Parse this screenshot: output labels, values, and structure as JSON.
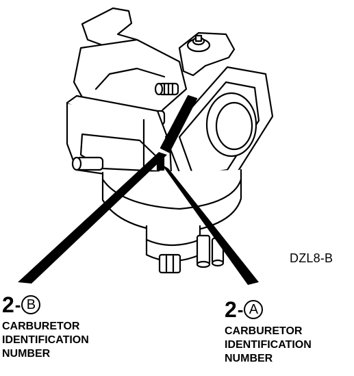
{
  "figure_code": "DZL8-B",
  "callouts": {
    "b": {
      "number": "2",
      "separator": "-",
      "letter": "B",
      "lines": [
        "CARBURETOR",
        "IDENTIFICATION",
        "NUMBER"
      ]
    },
    "a": {
      "number": "2",
      "separator": "-",
      "letter": "A",
      "lines": [
        "CARBURETOR",
        "IDENTIFICATION",
        "NUMBER"
      ]
    }
  },
  "colors": {
    "ink": "#000000",
    "paper": "#ffffff"
  }
}
